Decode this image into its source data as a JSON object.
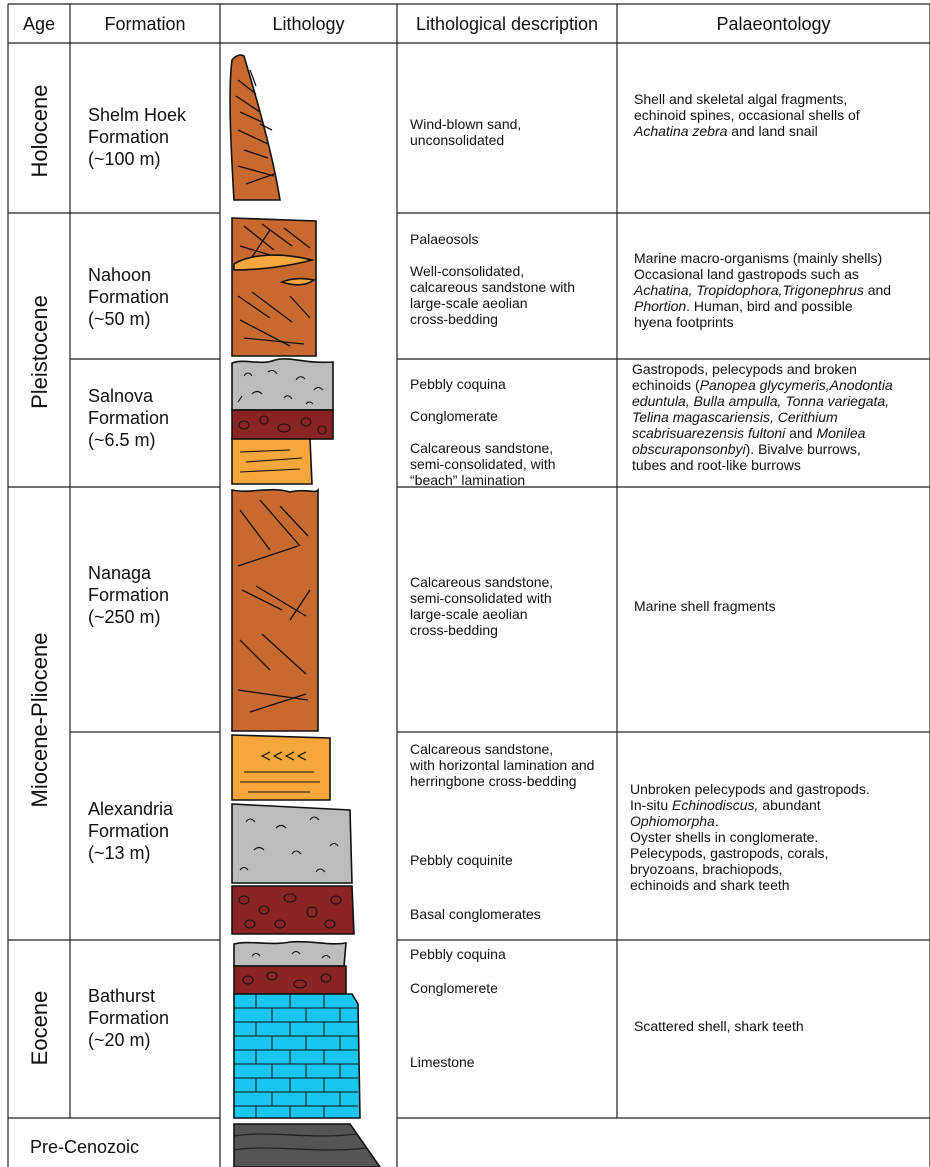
{
  "headers": {
    "age": "Age",
    "formation": "Formation",
    "lithology": "Lithology",
    "description": "Lithological description",
    "palaeontology": "Palaeontology"
  },
  "ages": {
    "holocene": "Holocene",
    "pleistocene": "Pleistocene",
    "miocene_pliocene": "Miocene-Pliocene",
    "eocene": "Eocene",
    "pre_cenozoic": "Pre-Cenozoic"
  },
  "formations": [
    {
      "name": "Shelm Hoek",
      "type": "Formation",
      "thickness": "(~100 m)"
    },
    {
      "name": "Nahoon",
      "type": "Formation",
      "thickness": "(~50 m)"
    },
    {
      "name": "Salnova",
      "type": "Formation",
      "thickness": "(~6.5 m)"
    },
    {
      "name": "Nanaga",
      "type": "Formation",
      "thickness": "(~250 m)"
    },
    {
      "name": "Alexandria",
      "type": "Formation",
      "thickness": "(~13 m)"
    },
    {
      "name": "Bathurst",
      "type": "Formation",
      "thickness": "(~20 m)"
    }
  ],
  "descriptions": {
    "shelm_hoek": [
      "Wind-blown sand,",
      "unconsolidated"
    ],
    "nahoon_palaeosols": "Palaeosols",
    "nahoon_sandstone": [
      "Well-consolidated,",
      "calcareous sandstone with",
      "large-scale aeolian",
      "cross-bedding"
    ],
    "salnova_coquina": "Pebbly coquina",
    "salnova_conglomerate": "Conglomerate",
    "salnova_sandstone": [
      "Calcareous sandstone,",
      "semi-consolidated, with",
      "“beach” lamination"
    ],
    "nanaga": [
      "Calcareous sandstone,",
      "semi-consolidated with",
      "large-scale aeolian",
      "cross-bedding"
    ],
    "alexandria_sandstone": [
      "Calcareous sandstone,",
      "with horizontal lamination and",
      "herringbone cross-bedding"
    ],
    "alexandria_coquinite": "Pebbly coquinite",
    "alexandria_conglomerate": "Basal conglomerates",
    "bathurst_coquina": "Pebbly coquina",
    "bathurst_conglomerate": "Conglomerete",
    "bathurst_limestone": "Limestone"
  },
  "palaeontology": {
    "shelm_hoek": {
      "l1": "Shell and skeletal algal fragments,",
      "l2": "echinoid spines, occasional shells of",
      "l3_it": "Achatina zebra",
      "l3_rest": " and land snail"
    },
    "nahoon": {
      "l1": "Marine macro-organisms (mainly shells)",
      "l2": "Occasional land gastropods such as",
      "l3_it1": "Achatina, Tropidophora,Trigonephrus",
      "l3_rest": " and",
      "l4_it": "Phortion",
      "l4_rest": ". Human, bird and possible",
      "l5": "hyena footprints"
    },
    "salnova": {
      "l1": "Gastropods, pelecypods and broken",
      "l2a": "echinoids (",
      "l2_it": "Panopea glycymeris,Anodontia",
      "l3_it": "eduntula, Bulla ampulla, Tonna variegata,",
      "l4_it1": "Telina magascariensis,",
      "l4_it2": " Cerithium",
      "l5_it": "scabrisuarezensis fultoni",
      "l5_rest": " and ",
      "l5_it2": "Monilea",
      "l6_it": "obscuraponsonbyi",
      "l6_rest": "). Bivalve burrows,",
      "l7": "tubes and root-like burrows"
    },
    "nanaga": "Marine shell fragments",
    "alexandria": {
      "l1": "Unbroken pelecypods and gastropods.",
      "l2a": "In-situ ",
      "l2_it": "Echinodiscus,",
      "l2_rest": " abundant",
      "l3_it": "Ophiomorpha",
      "l3_rest": ".",
      "l4": "Oyster shells in conglomerate.",
      "l5": "Pelecypods, gastropods, corals,",
      "l6": "bryozoans, brachiopods,",
      "l7": "echinoids and shark teeth"
    },
    "bathurst": "Scattered shell, shark teeth"
  },
  "colors": {
    "sandstone_dark": "#c8692f",
    "sandstone_light": "#f6a63b",
    "coquina": "#bcbcbc",
    "conglomerate": "#8a2424",
    "limestone": "#19c6f0",
    "basement": "#555555"
  }
}
